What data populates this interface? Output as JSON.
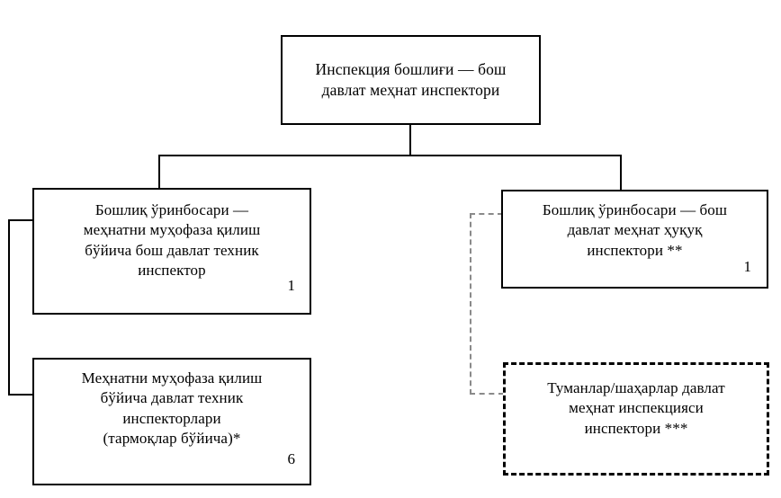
{
  "diagram": {
    "type": "organizational-chart",
    "background_color": "#ffffff",
    "line_color": "#000000",
    "dashed_line_color": "#8a8a8a",
    "nodes": [
      {
        "id": "top",
        "label": "Инспекция бошлиғи — бош\nдавлат меҳнат инспектори",
        "count": "",
        "border": "solid"
      },
      {
        "id": "deputy_tech",
        "label": "Бошлиқ ўринбосари —\nмеҳнатни муҳофаза қилиш\nбўйича бош давлат техник\nинспектор",
        "count": "1",
        "border": "solid"
      },
      {
        "id": "deputy_legal",
        "label": "Бошлиқ ўринбосари — бош\nдавлат меҳнат ҳуқуқ\nинспектори **",
        "count": "1",
        "border": "solid"
      },
      {
        "id": "tech_inspectors",
        "label": "Меҳнатни муҳофаза қилиш\nбўйича давлат техник\nинспекторлари\n(тармоқлар бўйича)*",
        "count": "6",
        "border": "solid"
      },
      {
        "id": "district_inspection",
        "label": "Туманлар/шаҳарлар давлат\nмеҳнат инспекцияси\nинспектори ***",
        "count": "",
        "border": "dashed"
      }
    ]
  }
}
